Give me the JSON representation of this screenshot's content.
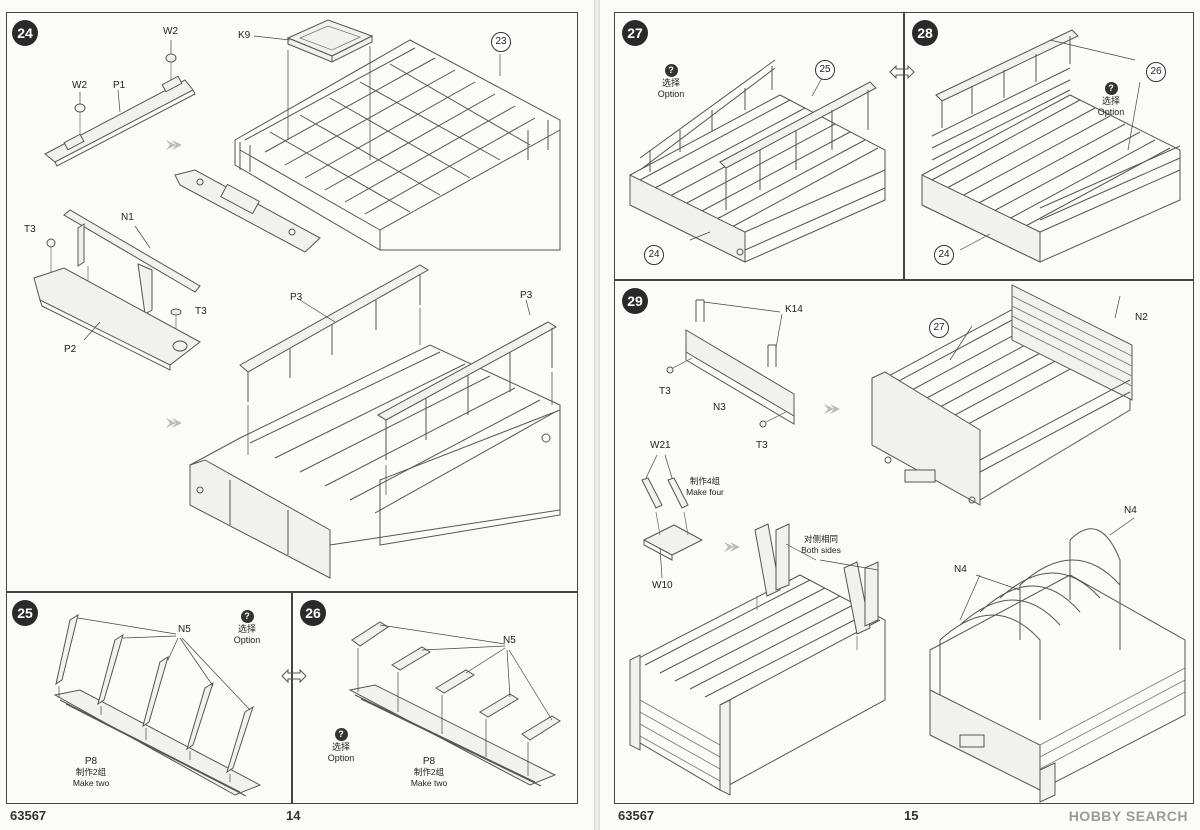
{
  "footer": {
    "left_code": "63567",
    "left_page": "14",
    "right_code": "63567",
    "right_page": "15",
    "watermark": "HOBBY SEARCH"
  },
  "steps": {
    "s24": {
      "num": "24",
      "labels": {
        "w2a": "W2",
        "w2b": "W2",
        "p1": "P1",
        "k9": "K9",
        "c23": "23",
        "t3a": "T3",
        "n1": "N1",
        "t3b": "T3",
        "p2": "P2",
        "p3a": "P3",
        "p3b": "P3"
      }
    },
    "s25": {
      "num": "25",
      "n5": "N5",
      "p8": "P8",
      "make_cn": "制作2组",
      "make_en": "Make two",
      "opt_cn": "选择",
      "opt_en": "Option"
    },
    "s26": {
      "num": "26",
      "n5": "N5",
      "p8": "P8",
      "make_cn": "制作2组",
      "make_en": "Make two",
      "opt_cn": "选择",
      "opt_en": "Option"
    },
    "s27": {
      "num": "27",
      "c25": "25",
      "c24": "24",
      "opt_cn": "选择",
      "opt_en": "Option"
    },
    "s28": {
      "num": "28",
      "c26": "26",
      "c24": "24",
      "opt_cn": "选择",
      "opt_en": "Option"
    },
    "s29": {
      "num": "29",
      "k14": "K14",
      "t3a": "T3",
      "n3": "N3",
      "t3b": "T3",
      "c27": "27",
      "n2": "N2",
      "w21": "W21",
      "make_cn": "制作4组",
      "make_en": "Make four",
      "w10": "W10",
      "both_cn": "对侧相同",
      "both_en": "Both sides",
      "n4a": "N4",
      "n4b": "N4"
    }
  },
  "option_icon": "?"
}
